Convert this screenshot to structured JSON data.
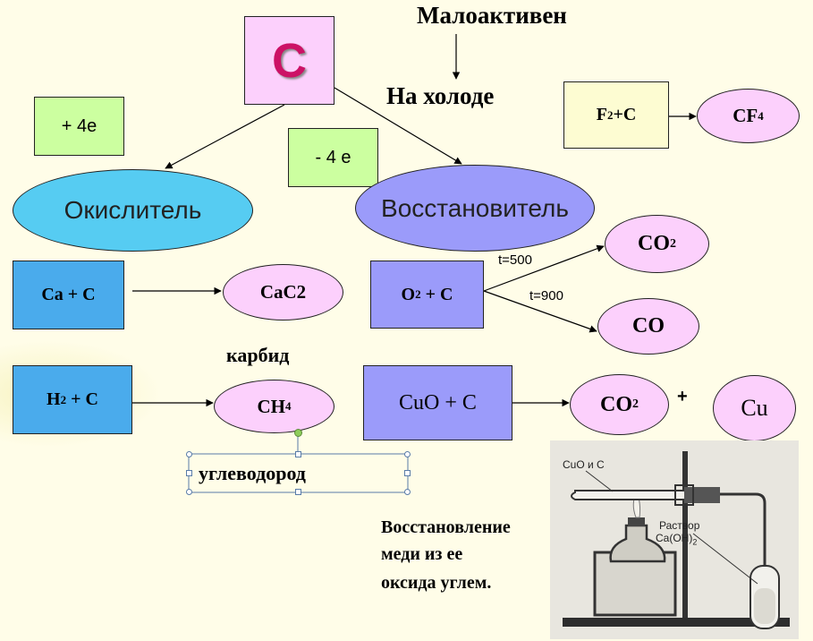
{
  "carbon": "C",
  "top": {
    "low_activity": "Малоактивен",
    "on_cold": "На холоде"
  },
  "electrons": {
    "gain": "+ 4е",
    "lose": "- 4 е"
  },
  "roles": {
    "oxidizer": "Окислитель",
    "reducer": "Восстановитель"
  },
  "fluorine": {
    "reagent": "F",
    "sub": "2",
    "reagent_tail": "+C",
    "product": "CF",
    "product_sub": "4"
  },
  "calcium": {
    "reagent": "Ca + C",
    "product": "CaC2",
    "label": "карбид"
  },
  "oxygen": {
    "reagent": "O",
    "sub": "2",
    "reagent_tail": " + C",
    "cond1": "t=500",
    "product1": "CO",
    "product1_sub": "2",
    "cond2": "t=900",
    "product2": "CO"
  },
  "hydrogen": {
    "reagent": "H",
    "sub": "2",
    "reagent_tail": " + C",
    "product": "CH",
    "product_sub": "4",
    "label": "углеводород"
  },
  "copper": {
    "reagent": "CuO + C",
    "product1": "CO",
    "product1_sub": "2",
    "plus": "+",
    "product2": "Cu"
  },
  "reduction_caption": [
    "Восстановление",
    "меди из ее",
    "оксида углем."
  ],
  "photo": {
    "label1": "CuO и C",
    "label2": "Раствор",
    "label3": "Ca(OH)",
    "label3_sub": "2"
  },
  "colors": {
    "pink": "#fcd0fc",
    "green": "#ccffa0",
    "cyan_ellipse": "#56ccf2",
    "lavender": "#9b9bfa",
    "blue_box": "#4aabec",
    "cream": "#fdfcd2",
    "carbon_text": "#cc1166"
  }
}
